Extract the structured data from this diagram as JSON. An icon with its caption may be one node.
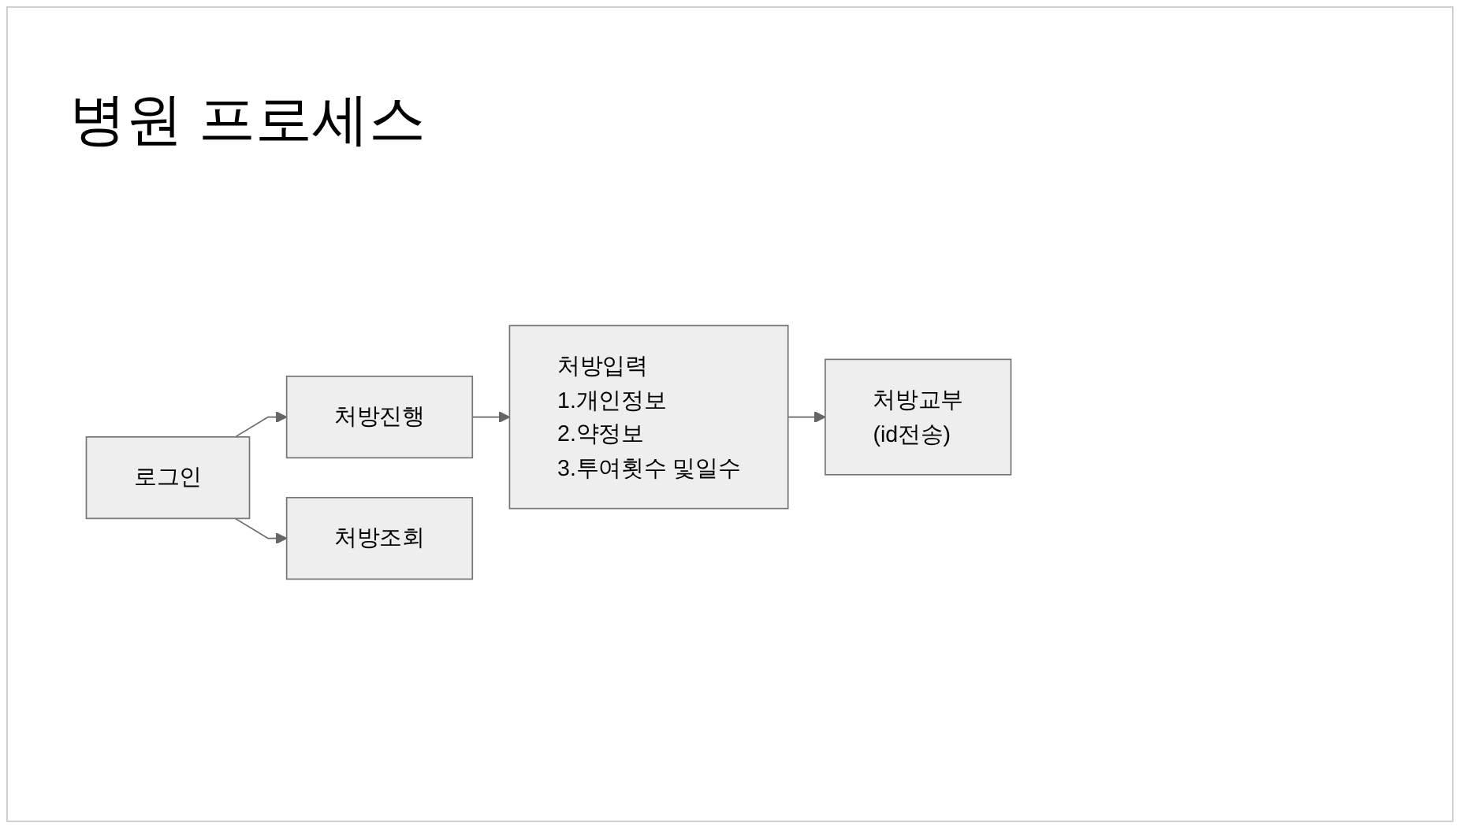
{
  "diagram": {
    "title": "병원 프로세스",
    "nodes": [
      {
        "text": [
          "로그인"
        ]
      },
      {
        "text": [
          "처방진행"
        ]
      },
      {
        "text": [
          "처방조회"
        ]
      },
      {
        "text": [
          "처방입력",
          "1.개인정보",
          "2.약정보",
          "3.투여횟수 및일수"
        ]
      },
      {
        "text": [
          "처방교부",
          "(id전송)"
        ]
      }
    ],
    "edges": [
      {
        "from": 0,
        "to": 1,
        "arrow": "to"
      },
      {
        "from": 0,
        "to": 2,
        "arrow": "to"
      },
      {
        "from": 1,
        "to": 3,
        "arrow": "to"
      },
      {
        "from": 3,
        "to": 4,
        "arrow": "to"
      }
    ]
  }
}
